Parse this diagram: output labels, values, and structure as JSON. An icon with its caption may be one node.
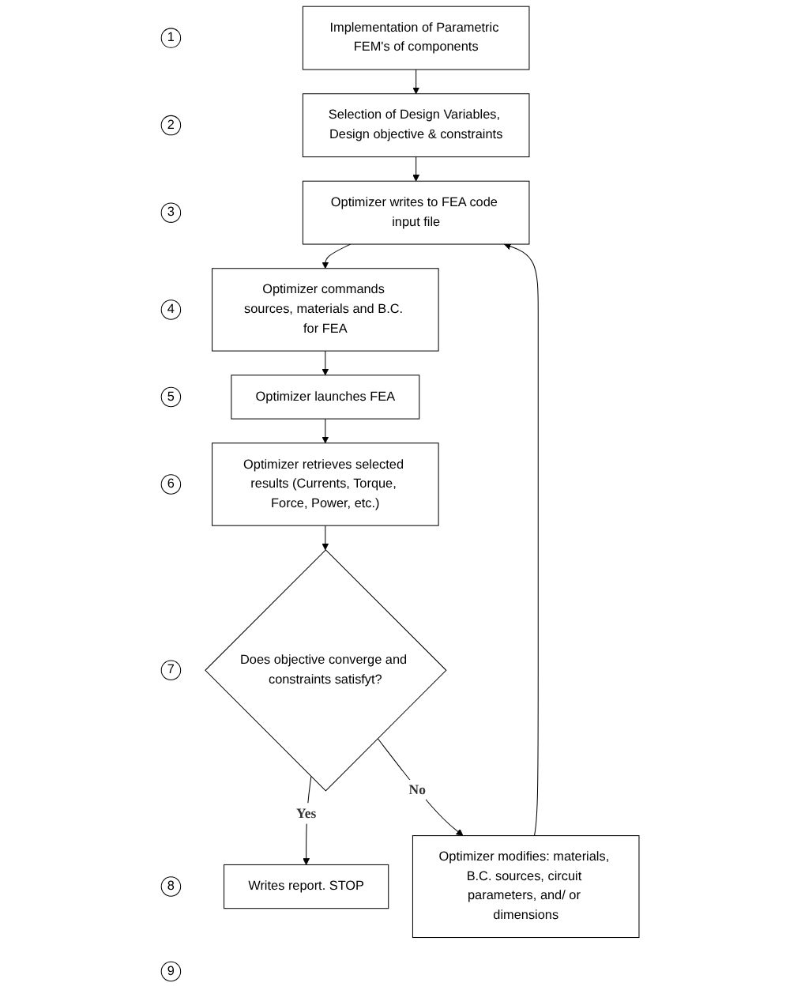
{
  "diagram": {
    "nodes": [
      {
        "text": [
          "1"
        ]
      },
      {
        "text": [
          "Implementation of Parametric FEM's of components"
        ]
      },
      {
        "text": [
          "2"
        ]
      },
      {
        "text": [
          "Selection of Design Variables, Design objective & constraints"
        ]
      },
      {
        "text": [
          "3"
        ]
      },
      {
        "text": [
          "Optimizer writes to FEA code input file"
        ]
      },
      {
        "text": [
          "4"
        ]
      },
      {
        "text": [
          "Optimizer commands sources, materials and B.C. for FEA"
        ]
      },
      {
        "text": [
          "5"
        ]
      },
      {
        "text": [
          "Optimizer launches FEA"
        ]
      },
      {
        "text": [
          "6"
        ]
      },
      {
        "text": [
          "Optimizer retrieves selected results (Currents, Torque, Force, Power, etc.)"
        ]
      },
      {
        "text": [
          "7"
        ]
      },
      {
        "text": [
          "Does objective converge and constraints satisfyt?"
        ]
      },
      {
        "text": [
          "8"
        ]
      },
      {
        "text": [
          "Optimizer modifies: materials, B.C. sources, circuit parameters, and/ or dimensions"
        ]
      },
      {
        "text": [
          "9"
        ]
      },
      {
        "text": [
          "Writes report. STOP"
        ]
      }
    ],
    "edges": [
      {
        "from": 1,
        "to": 3,
        "arrow": "to"
      },
      {
        "from": 3,
        "to": 5,
        "arrow": "to"
      },
      {
        "from": 5,
        "to": 7,
        "arrow": "to"
      },
      {
        "from": 7,
        "to": 9,
        "arrow": "to"
      },
      {
        "from": 9,
        "to": 11,
        "arrow": "to"
      },
      {
        "from": 11,
        "to": 13,
        "arrow": "to"
      },
      {
        "from": 13,
        "to": 17,
        "arrow": "to",
        "label": "Yes"
      },
      {
        "from": 13,
        "to": 15,
        "arrow": "to",
        "label": "No"
      },
      {
        "from": 15,
        "to": 5,
        "arrow": "to"
      }
    ]
  }
}
